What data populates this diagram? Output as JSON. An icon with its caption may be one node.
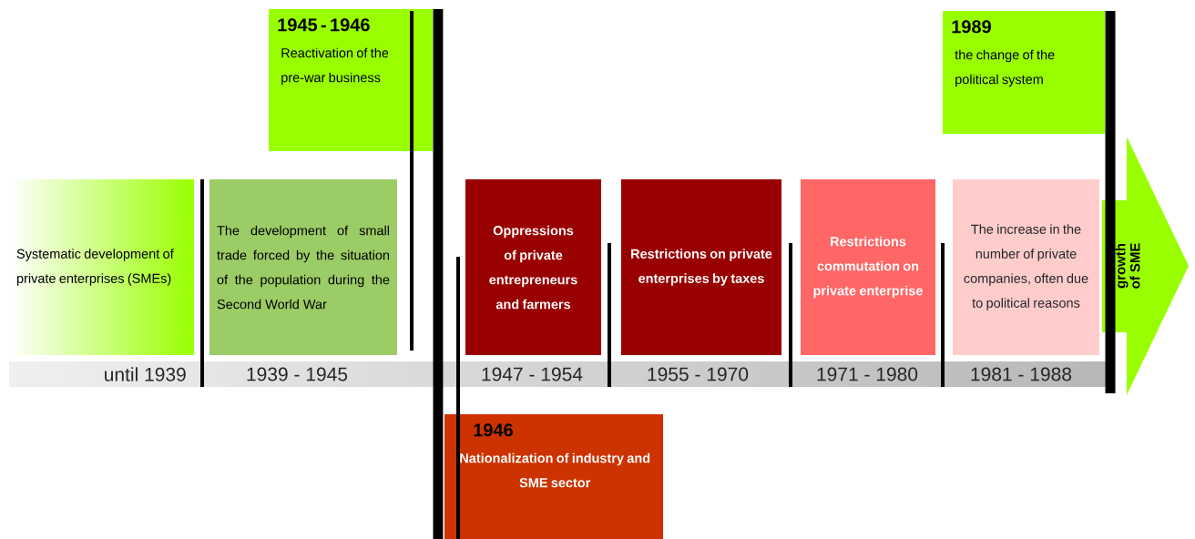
{
  "diagram": {
    "nodes": [
      {
        "text": [
          "Systematic development of private enterprises (SMEs)"
        ]
      },
      {
        "text": [
          "The development of small trade forced by the situation of the population during the Second World War"
        ]
      },
      {
        "text": [
          "1945 - 1946",
          "Reactivation of the pre-war business"
        ]
      },
      {
        "text": [
          "Oppressions of private entrepreneurs and farmers"
        ]
      },
      {
        "text": [
          "1946",
          "Nationalization of industry and SME sector"
        ]
      },
      {
        "text": [
          "Restrictions on private enterprises by taxes"
        ]
      },
      {
        "text": [
          "Restrictions commutation on private enterprise"
        ]
      },
      {
        "text": [
          "The increase in the number of private companies, often due to political reasons"
        ]
      },
      {
        "text": [
          "1989",
          "the change of the political system"
        ]
      },
      {
        "text": [
          "growth of SME"
        ]
      }
    ],
    "labels": [
      "until 1939",
      "1939 - 1945",
      "1947 - 1954",
      "1955 - 1970",
      "1971 - 1980",
      "1981 - 1988"
    ]
  }
}
